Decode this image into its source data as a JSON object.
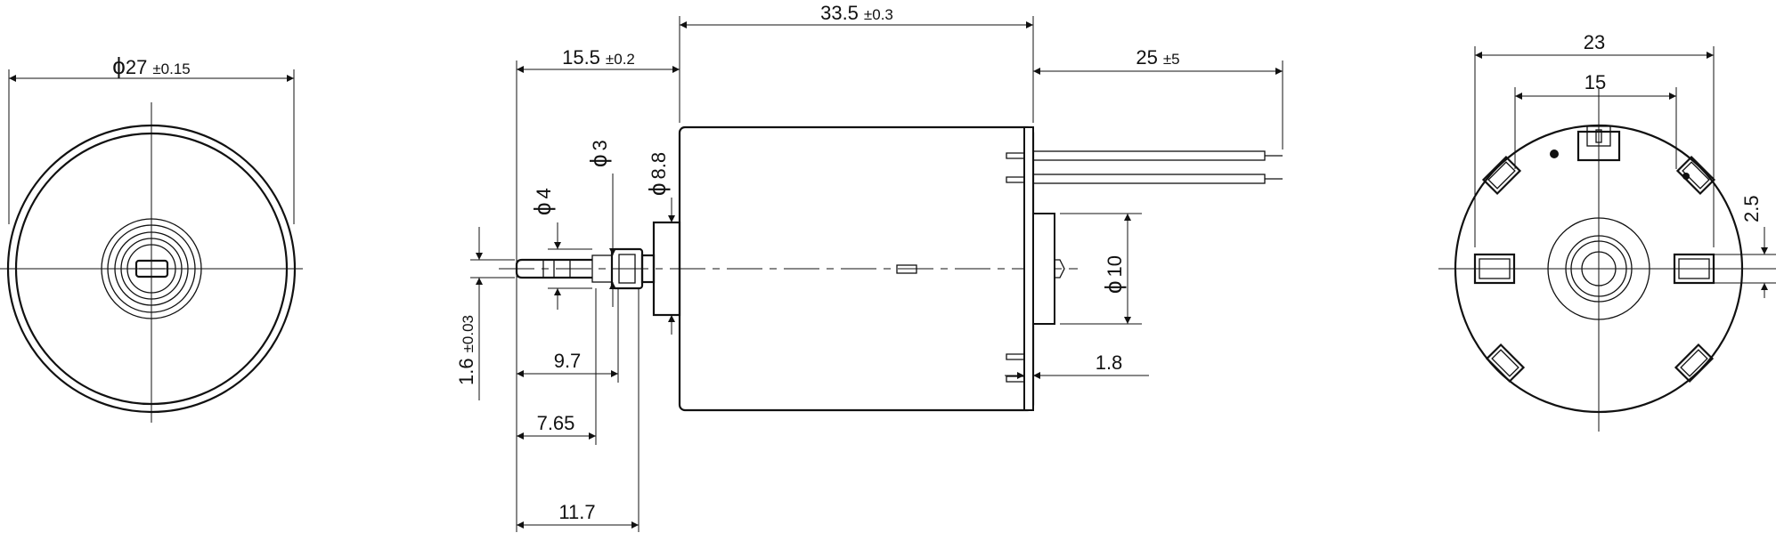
{
  "drawing": {
    "front_view": {
      "diameter": {
        "value": "27",
        "tolerance": "±0.15"
      }
    },
    "side_view": {
      "body_length": {
        "value": "33.5",
        "tolerance": "±0.3"
      },
      "flange_length": {
        "value": "15.5",
        "tolerance": "±0.2"
      },
      "lead_length": {
        "value": "25",
        "tolerance": "±5"
      },
      "shaft_diameter": "1.6",
      "shaft_diameter_tolerance": "±0.03",
      "diameter_4": "4",
      "diameter_3": "3",
      "diameter_8_8": "8.8",
      "diameter_10": "10",
      "length_9_7": "9.7",
      "length_7_65": "7.65",
      "length_11_7": "11.7",
      "boss_1_8": "1.8"
    },
    "rear_view": {
      "width_23": "23",
      "width_15": "15",
      "offset_2_5": "2.5"
    },
    "diameter_symbol": "ϕ"
  }
}
